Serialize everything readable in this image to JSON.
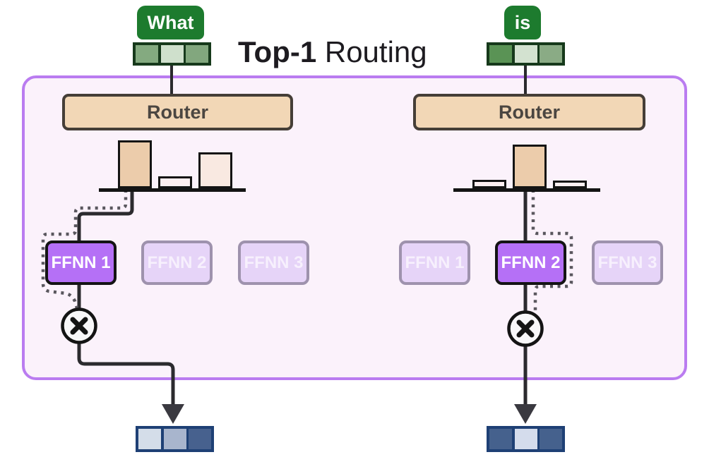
{
  "diagram_title": {
    "bold_part": "Top-1",
    "regular_part": " Routing"
  },
  "tokens": [
    {
      "label": "What",
      "embedding_cells": [
        "#84aa80",
        "#cfe0cc",
        "#82a77e"
      ]
    },
    {
      "label": "is",
      "embedding_cells": [
        "#5a9355",
        "#d3e2d0",
        "#8aab85"
      ]
    }
  ],
  "routers": [
    {
      "label": "Router"
    },
    {
      "label": "Router"
    }
  ],
  "expert_groups": [
    {
      "token": "What",
      "experts": [
        {
          "label": "FFNN 1",
          "selected": true
        },
        {
          "label": "FFNN 2",
          "selected": false
        },
        {
          "label": "FFNN 3",
          "selected": false
        }
      ],
      "routing_weights": [
        1.0,
        0.25,
        0.75
      ],
      "bar_fills": [
        "#ecccab",
        "#fdeff1",
        "#f9e9e1"
      ]
    },
    {
      "token": "is",
      "experts": [
        {
          "label": "FFNN 1",
          "selected": false
        },
        {
          "label": "FFNN 2",
          "selected": true
        },
        {
          "label": "FFNN 3",
          "selected": false
        }
      ],
      "routing_weights": [
        0.18,
        0.91,
        0.16
      ],
      "bar_fills": [
        "#fdeff1",
        "#ecccab",
        "#fdeff1"
      ]
    }
  ],
  "outputs": [
    {
      "cells": [
        "#d4dde9",
        "#a8b5cd",
        "#47618e"
      ]
    },
    {
      "cells": [
        "#45618d",
        "#d4dcec",
        "#45618d"
      ]
    }
  ],
  "icons": {
    "multiply-icon": "✕"
  },
  "colors": {
    "panel_fill": "#fbf2fb",
    "panel_border": "#ba7cf0",
    "router_fill": "#f2d7b6",
    "router_border": "#453e37",
    "token_green": "#1d7b2e",
    "token_strip_border": "#16391b",
    "output_strip_border": "#1e4075",
    "expert_selected": "#b570f6",
    "expert_faded": "#e6d4f8",
    "bar_selected": "#ecccab",
    "bar_unselected": "#fdeff1",
    "solid_line": "#2b2a2e",
    "dotted_line": "#5a575e"
  }
}
